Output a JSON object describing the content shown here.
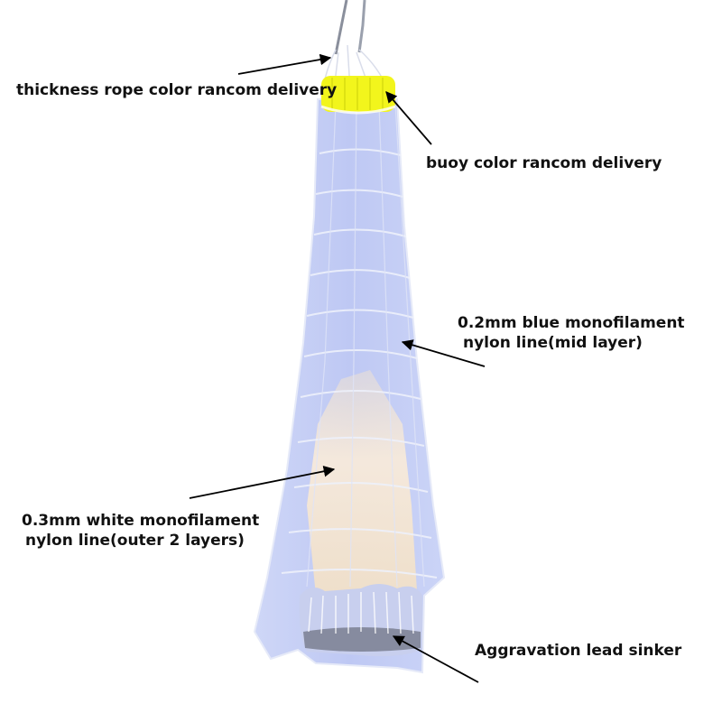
{
  "labels": {
    "rope": "thickness rope color rancom delivery",
    "buoy": "buoy color rancom delivery",
    "blue_line_1": "0.2mm blue monofilament",
    "blue_line_2": "nylon line(mid layer)",
    "white_line_1": "0.3mm white monofilament",
    "white_line_2": "nylon line(outer 2 layers)",
    "sinker": "Aggravation lead sinker"
  },
  "colors": {
    "background": "#ffffff",
    "net_blue": "#bcc8f4",
    "net_inner": "#f6e8cf",
    "buoy_yellow": "#f2f51c",
    "sinker_gray": "#7a7f90",
    "text": "#111111",
    "arrow": "#000000"
  }
}
